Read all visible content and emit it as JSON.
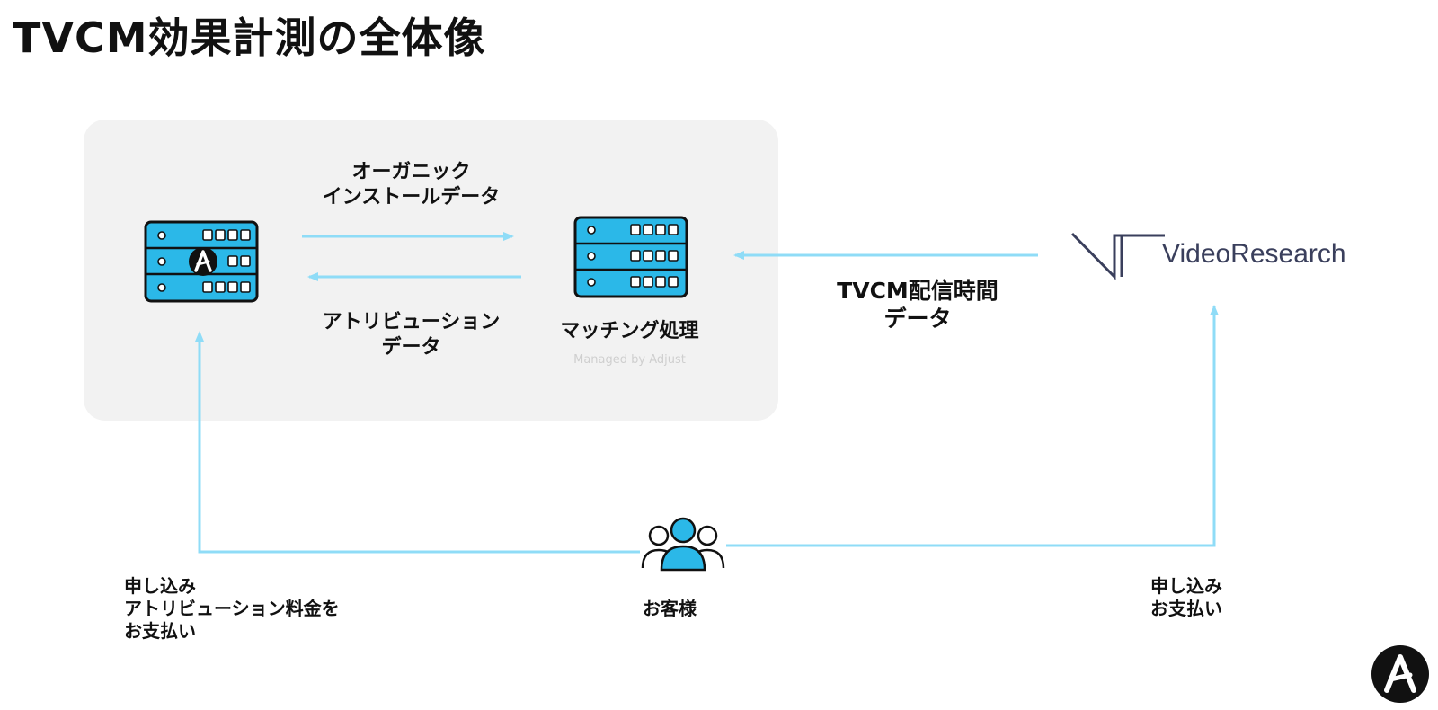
{
  "title": "TVCM効果計測の全体像",
  "labels": {
    "organic_line1": "オーガニック",
    "organic_line2": "インストールデータ",
    "attribution_line1": "アトリビューション",
    "attribution_line2": "データ",
    "matching": "マッチング処理",
    "managed_by": "Managed by Adjust",
    "tvcm_line1": "TVCM配信時間",
    "tvcm_line2": "データ",
    "customer": "お客様",
    "left_line1": "申し込み",
    "left_line2": "アトリビューション料金を",
    "left_line3": "お支払い",
    "right_line1": "申し込み",
    "right_line2": "お支払い"
  },
  "video_research": {
    "name": "VideoResearch"
  },
  "colors": {
    "server_fill": "#2bb8e8",
    "server_stroke": "#111111",
    "arrow": "#8fdcf7",
    "people_accent": "#2bb8e8",
    "panel_bg": "#f2f2f2",
    "vr_logo": "#3a3f5c"
  },
  "icons": {
    "server_adjust": "server-with-adjust-logo-icon",
    "server_matching": "server-icon",
    "customers": "people-group-icon",
    "video_research": "video-research-logo-icon",
    "adjust_corner": "adjust-logo-icon"
  }
}
